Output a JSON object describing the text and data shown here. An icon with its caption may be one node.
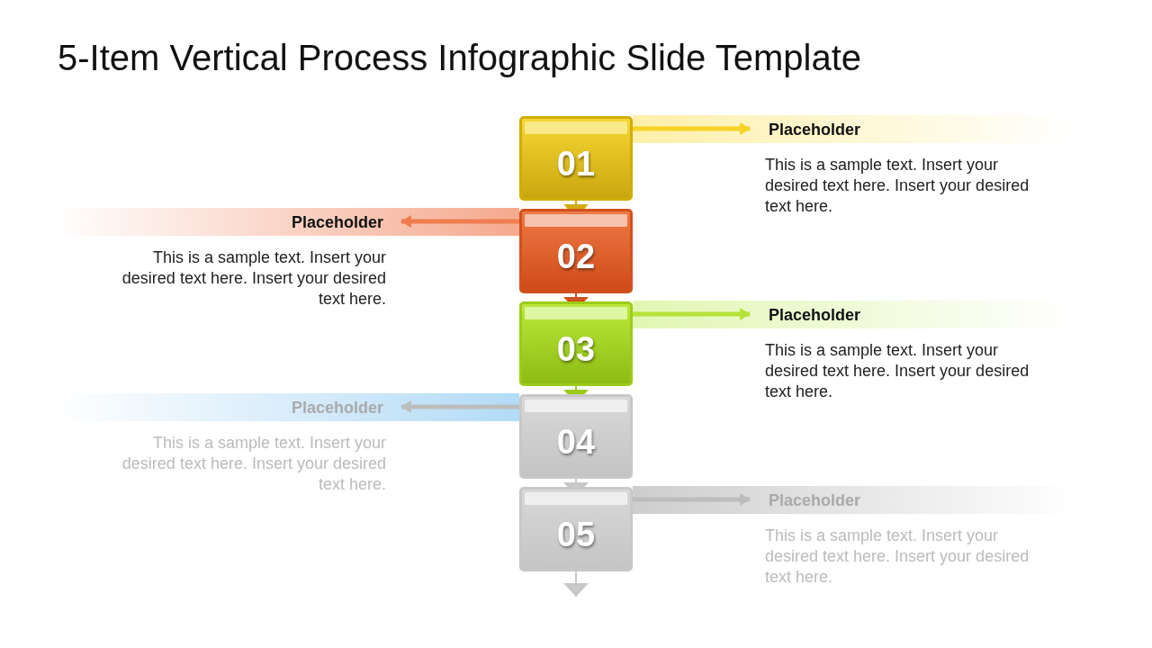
{
  "diagram": {
    "title": "5-Item Vertical Process Infographic Slide Template",
    "nodes": [
      {
        "text": [
          "01"
        ]
      },
      {
        "text": [
          "Placeholder",
          "This is a sample text. Insert your desired text here. Insert your desired text here."
        ]
      },
      {
        "text": [
          "02"
        ]
      },
      {
        "text": [
          "Placeholder",
          "This is a sample text. Insert your desired text here. Insert your desired text here."
        ]
      },
      {
        "text": [
          "03"
        ]
      },
      {
        "text": [
          "Placeholder",
          "This is a sample text. Insert your desired text here. Insert your desired text here."
        ]
      },
      {
        "text": [
          "04"
        ]
      },
      {
        "text": [
          "Placeholder",
          "This is a sample text. Insert your desired text here. Insert your desired text here."
        ]
      },
      {
        "text": [
          "05"
        ]
      },
      {
        "text": [
          "Placeholder",
          "This is a sample text. Insert your desired text here. Insert your desired text here."
        ]
      }
    ],
    "edges": [
      {
        "from": 0,
        "to": 1,
        "arrow": "to",
        "style": "thick",
        "color": "#f5d327"
      },
      {
        "from": 0,
        "to": 2,
        "arrow": "to",
        "color": "#d1ad0b"
      },
      {
        "from": 2,
        "to": 3,
        "arrow": "to",
        "style": "thick",
        "color": "#ef7d50"
      },
      {
        "from": 2,
        "to": 4,
        "arrow": "to",
        "color": "#d2501d"
      },
      {
        "from": 4,
        "to": 5,
        "arrow": "to",
        "style": "thick",
        "color": "#b5e23a"
      },
      {
        "from": 4,
        "to": 6,
        "arrow": "to",
        "color": "#9dcb1a"
      },
      {
        "from": 6,
        "to": 7,
        "arrow": "to",
        "style": "thick",
        "color": "#bdbdbd"
      },
      {
        "from": 6,
        "to": 8,
        "arrow": "to",
        "color": "#c8c8c8"
      },
      {
        "from": 8,
        "to": 9,
        "arrow": "to",
        "style": "thick",
        "color": "#bdbdbd"
      },
      {
        "from": 8,
        "to": null,
        "arrow": "to",
        "color": "#c8c8c8"
      }
    ]
  }
}
